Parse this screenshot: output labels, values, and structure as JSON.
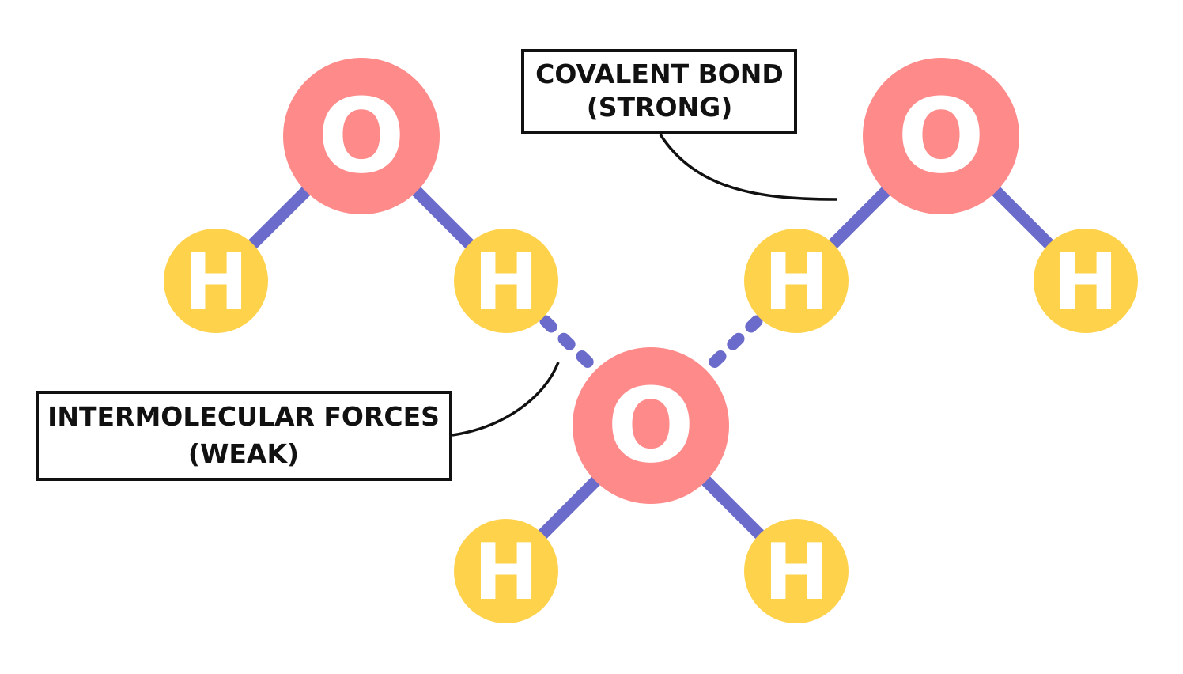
{
  "colors": {
    "oxygen": "#ff8a8a",
    "hydrogen": "#ffd24c",
    "bond": "#6b6bcc",
    "text": "#111111"
  },
  "atoms": {
    "oxygen": "O",
    "hydrogen": "H"
  },
  "labels": {
    "covalent_line1": "COVALENT BOND",
    "covalent_line2": "(STRONG)",
    "intermolecular_line1": "INTERMOLECULAR FORCES",
    "intermolecular_line2": "(WEAK)"
  }
}
